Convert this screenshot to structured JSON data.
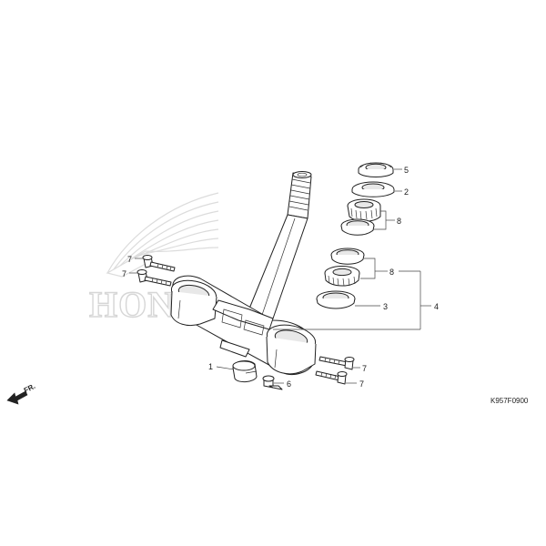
{
  "watermark": {
    "text": "HONDA"
  },
  "direction_marker": {
    "label": "FR."
  },
  "diagram_code": "K957F0900",
  "callouts": {
    "c1": "1",
    "c2": "2",
    "c3": "3",
    "c4": "4",
    "c5": "5",
    "c6": "6",
    "c7a": "7",
    "c7b": "7",
    "c7c": "7",
    "c7d": "7",
    "c8a": "8",
    "c8b": "8"
  }
}
